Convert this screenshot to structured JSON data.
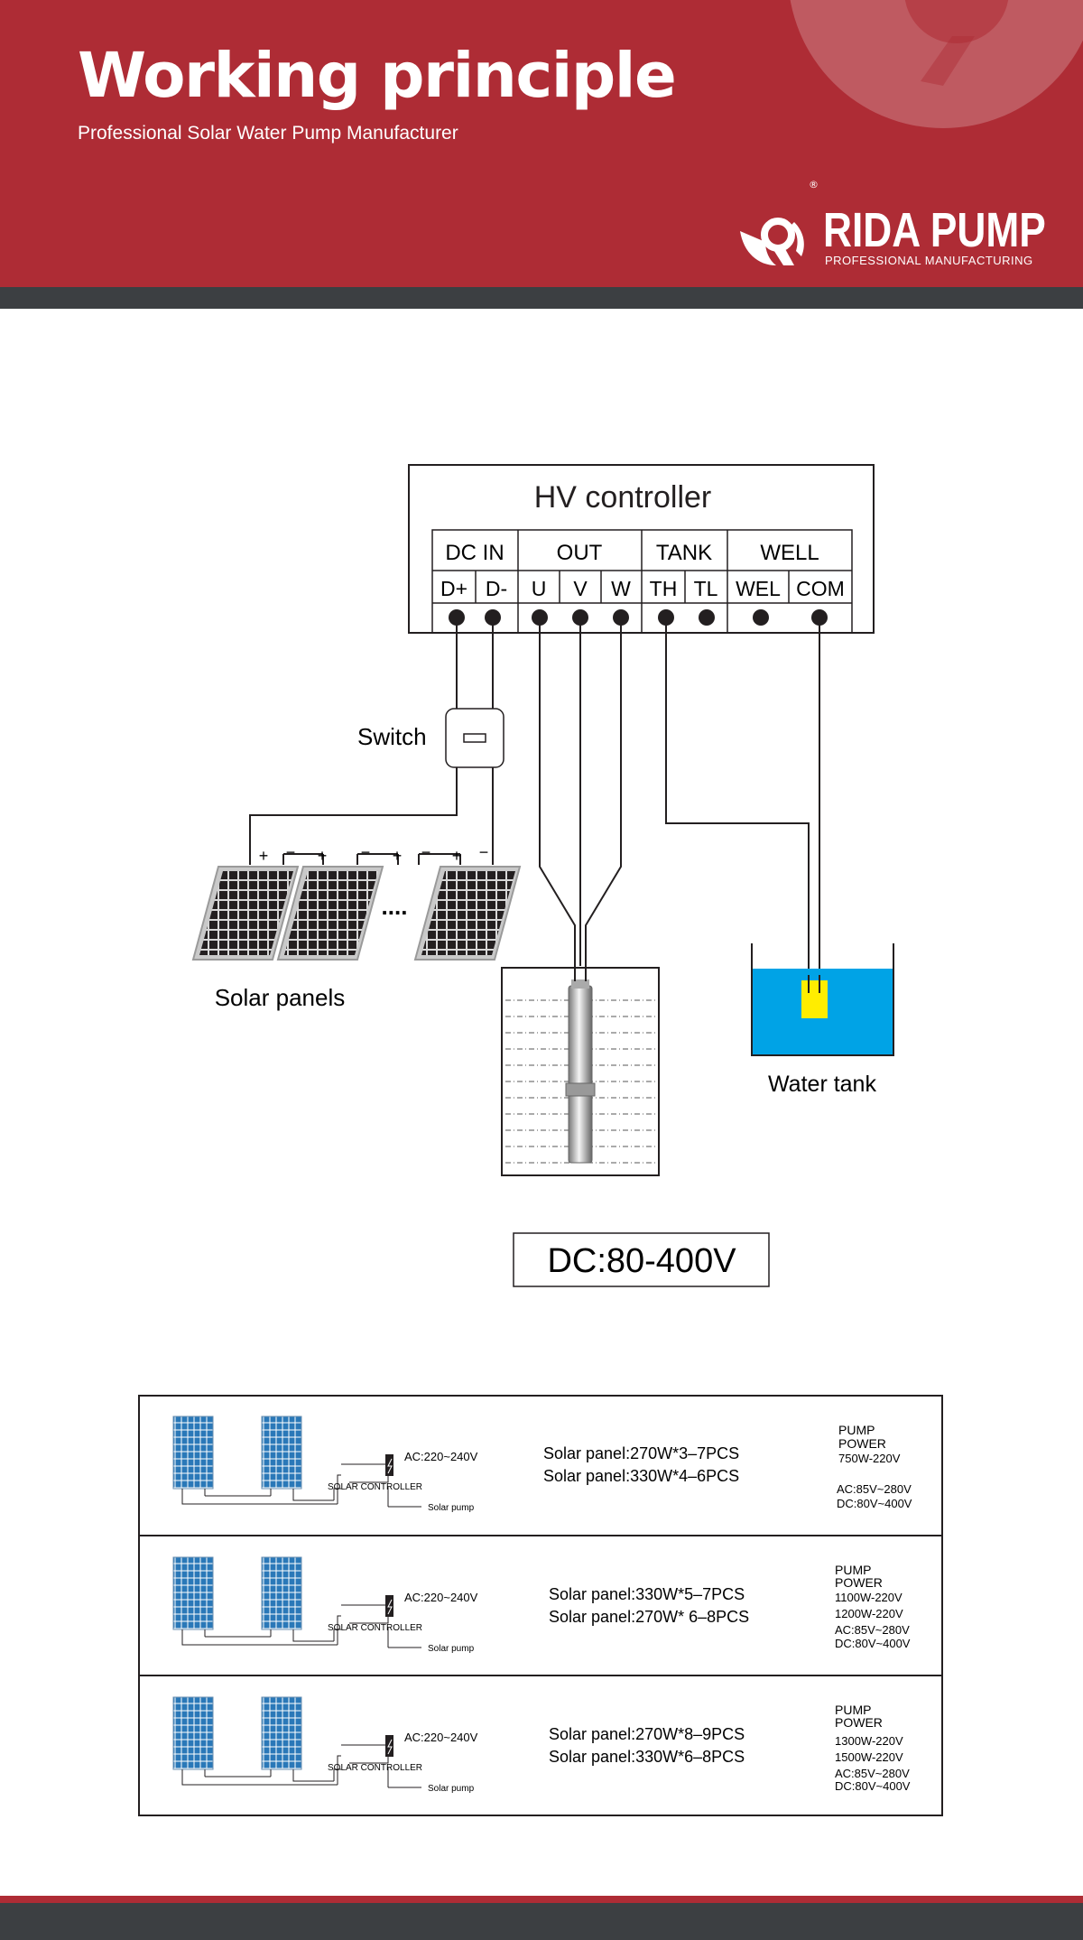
{
  "header": {
    "title": "Working principle",
    "subtitle": "Professional Solar Water Pump Manufacturer",
    "brand_name": "RIDA PUMP",
    "brand_tagline": "PROFESSIONAL MANUFACTURING",
    "registered_mark": "®"
  },
  "diagram": {
    "controller_title": "HV controller",
    "groups": [
      "DC IN",
      "OUT",
      "TANK",
      "WELL"
    ],
    "terminals": [
      "D+",
      "D-",
      "U",
      "V",
      "W",
      "TH",
      "TL",
      "WEL",
      "COM"
    ],
    "switch_label": "Switch",
    "solar_label": "Solar panels",
    "tank_label": "Water tank",
    "voltage_label": "DC:80-400V",
    "panel_polarity": [
      "+",
      "−",
      "+",
      "−",
      "+",
      "−",
      "+",
      "−"
    ],
    "ellipsis": "...."
  },
  "config_table": {
    "rows": [
      {
        "ac_label": "AC:220~240V",
        "controller_label": "SOLAR CONTROLLER",
        "pump_label": "Solar pump",
        "panel_line1": "Solar panel:270W*3–7PCS",
        "panel_line2": "Solar panel:330W*4–6PCS",
        "power_title1": "PUMP",
        "power_title2": "POWER",
        "power_values": [
          "750W-220V"
        ],
        "ac_range": "AC:85V~280V",
        "dc_range": "DC:80V~400V"
      },
      {
        "ac_label": "AC:220~240V",
        "controller_label": "SOLAR CONTROLLER",
        "pump_label": "Solar pump",
        "panel_line1": "Solar panel:330W*5–7PCS",
        "panel_line2": "Solar panel:270W* 6–8PCS",
        "power_title1": "PUMP",
        "power_title2": "POWER",
        "power_values": [
          "1100W-220V",
          "1200W-220V"
        ],
        "ac_range": "AC:85V~280V",
        "dc_range": "DC:80V~400V"
      },
      {
        "ac_label": "AC:220~240V",
        "controller_label": "SOLAR CONTROLLER",
        "pump_label": "Solar pump",
        "panel_line1": "Solar panel:270W*8–9PCS",
        "panel_line2": "Solar panel:330W*6–8PCS",
        "power_title1": "PUMP",
        "power_title2": "POWER",
        "power_values": [
          "1300W-220V",
          "1500W-220V"
        ],
        "ac_range": "AC:85V~280V",
        "dc_range": "DC:80V~400V"
      }
    ]
  },
  "colors": {
    "brand_red": "#ae2c35",
    "dark_bar": "#3c3f42",
    "water_blue": "#00a3e6",
    "float_yellow": "#ffed00",
    "panel_blue": "#2a78b8"
  }
}
